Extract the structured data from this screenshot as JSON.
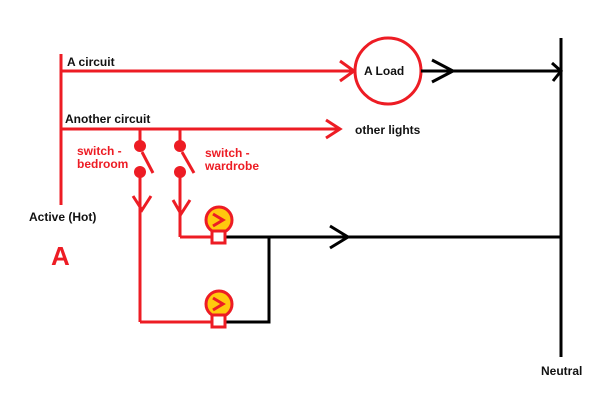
{
  "diagram": {
    "title": "Household wiring circuit diagram",
    "colors": {
      "active_wire": "#ed1c24",
      "neutral_wire": "#000000",
      "lamp_fill": "#ffc90e",
      "text_dark": "#111111",
      "text_red": "#ed1c24",
      "background": "#ffffff"
    },
    "labels": {
      "a_circuit": "A circuit",
      "another_circuit": "Another circuit",
      "a_load": "A Load",
      "other_lights": "other lights",
      "switch_bedroom": "switch -\nbedroom",
      "switch_wardrobe": "switch -\nwardrobe",
      "active_hot": "Active (Hot)",
      "active_symbol": "A",
      "neutral": "Neutral"
    },
    "components": [
      {
        "id": "active-bus",
        "type": "wire",
        "label": "Active (Hot)"
      },
      {
        "id": "neutral-bus",
        "type": "wire",
        "label": "Neutral"
      },
      {
        "id": "a-load",
        "type": "load",
        "label": "A Load"
      },
      {
        "id": "switch-bedroom",
        "type": "switch",
        "label": "switch - bedroom"
      },
      {
        "id": "switch-wardrobe",
        "type": "switch",
        "label": "switch - wardrobe"
      },
      {
        "id": "lamp-wardrobe",
        "type": "lamp"
      },
      {
        "id": "lamp-bedroom",
        "type": "lamp"
      }
    ]
  }
}
